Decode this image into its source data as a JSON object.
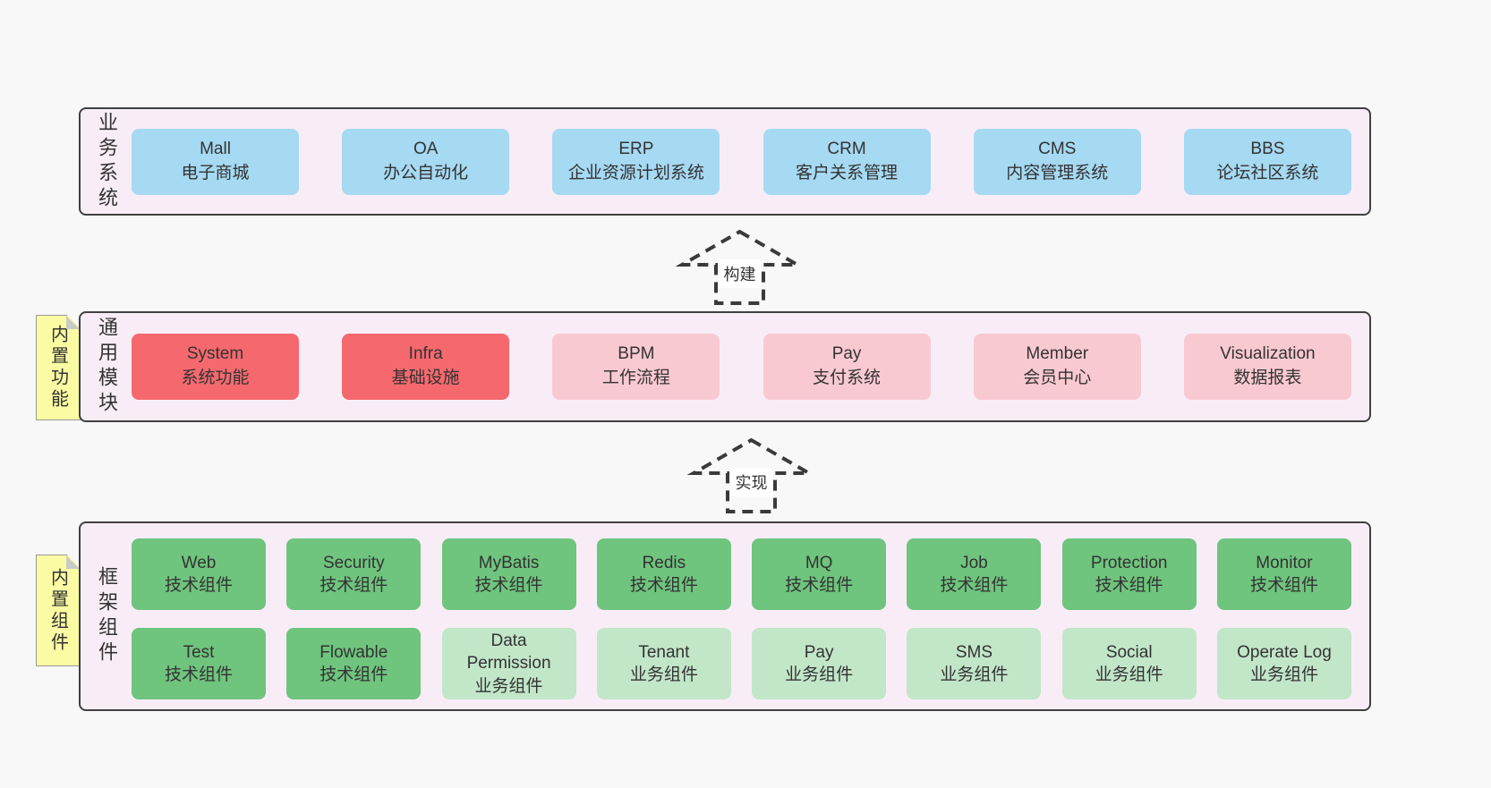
{
  "colors": {
    "page_bg": "#f8f8f8",
    "panel_bg": "#f8edf7",
    "panel_border": "#404040",
    "note_bg": "#fbfba3",
    "note_fold": "#c9c9c9",
    "box_blue": "#a6d9f2",
    "box_red": "#f5696e",
    "box_pink": "#f9c9d2",
    "box_green": "#6fc47e",
    "box_light_green": "#c2e6c8",
    "text": "#333333"
  },
  "sections": {
    "business": {
      "label": "业务系统",
      "boxes": [
        {
          "title": "Mall",
          "subtitle": "电子商城",
          "variant": "blue"
        },
        {
          "title": "OA",
          "subtitle": "办公自动化",
          "variant": "blue"
        },
        {
          "title": "ERP",
          "subtitle": "企业资源计划系统",
          "variant": "blue"
        },
        {
          "title": "CRM",
          "subtitle": "客户关系管理",
          "variant": "blue"
        },
        {
          "title": "CMS",
          "subtitle": "内容管理系统",
          "variant": "blue"
        },
        {
          "title": "BBS",
          "subtitle": "论坛社区系统",
          "variant": "blue"
        }
      ]
    },
    "modules": {
      "label": "通用模块",
      "note": "内置功能",
      "boxes": [
        {
          "title": "System",
          "subtitle": "系统功能",
          "variant": "red"
        },
        {
          "title": "Infra",
          "subtitle": "基础设施",
          "variant": "red"
        },
        {
          "title": "BPM",
          "subtitle": "工作流程",
          "variant": "pink"
        },
        {
          "title": "Pay",
          "subtitle": "支付系统",
          "variant": "pink"
        },
        {
          "title": "Member",
          "subtitle": "会员中心",
          "variant": "pink"
        },
        {
          "title": "Visualization",
          "subtitle": "数据报表",
          "variant": "pink"
        }
      ]
    },
    "components": {
      "label": "框架组件",
      "note": "内置组件",
      "row1": [
        {
          "title": "Web",
          "subtitle": "技术组件",
          "variant": "green"
        },
        {
          "title": "Security",
          "subtitle": "技术组件",
          "variant": "green"
        },
        {
          "title": "MyBatis",
          "subtitle": "技术组件",
          "variant": "green"
        },
        {
          "title": "Redis",
          "subtitle": "技术组件",
          "variant": "green"
        },
        {
          "title": "MQ",
          "subtitle": "技术组件",
          "variant": "green"
        },
        {
          "title": "Job",
          "subtitle": "技术组件",
          "variant": "green"
        },
        {
          "title": "Protection",
          "subtitle": "技术组件",
          "variant": "green"
        },
        {
          "title": "Monitor",
          "subtitle": "技术组件",
          "variant": "green"
        }
      ],
      "row2": [
        {
          "title": "Test",
          "subtitle": "技术组件",
          "variant": "green"
        },
        {
          "title": "Flowable",
          "subtitle": "技术组件",
          "variant": "green"
        },
        {
          "title": "Data Permission",
          "subtitle": "业务组件",
          "variant": "lightgreen"
        },
        {
          "title": "Tenant",
          "subtitle": "业务组件",
          "variant": "lightgreen"
        },
        {
          "title": "Pay",
          "subtitle": "业务组件",
          "variant": "lightgreen"
        },
        {
          "title": "SMS",
          "subtitle": "业务组件",
          "variant": "lightgreen"
        },
        {
          "title": "Social",
          "subtitle": "业务组件",
          "variant": "lightgreen"
        },
        {
          "title": "Operate Log",
          "subtitle": "业务组件",
          "variant": "lightgreen"
        }
      ]
    }
  },
  "arrows": {
    "build": {
      "label": "构建"
    },
    "implement": {
      "label": "实现"
    }
  }
}
